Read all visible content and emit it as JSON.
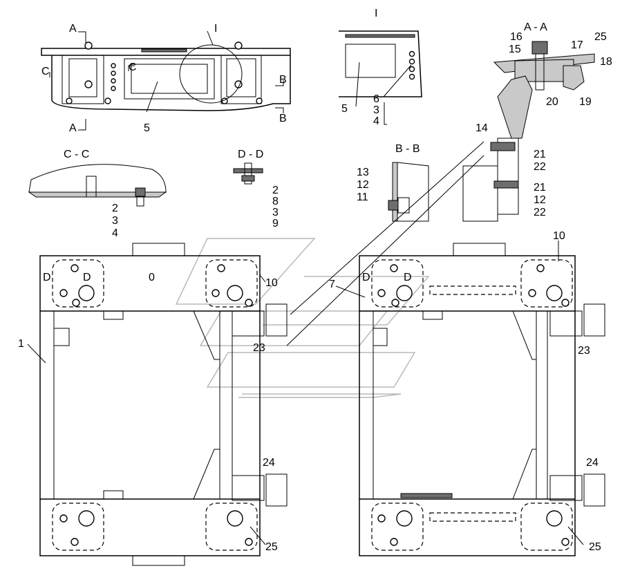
{
  "sections": {
    "aa": "A - A",
    "bb": "B - B",
    "cc": "C - C",
    "dd": "D - D",
    "detail": "I"
  },
  "cutting_marks": {
    "a_top": "A",
    "a_bottom": "A",
    "b_top": "B",
    "b_bottom": "B",
    "c_left": "C",
    "c_right": "C",
    "d1": "D",
    "d2": "D",
    "d3": "D",
    "d4": "D",
    "detail_ref": "I"
  },
  "labels": {
    "top_view_5": "5",
    "detail_5": "5",
    "detail_6": "6",
    "detail_3": "3",
    "detail_4": "4",
    "aa_16": "16",
    "aa_15": "15",
    "aa_17": "17",
    "aa_25": "25",
    "aa_18": "18",
    "aa_20": "20",
    "aa_19": "19",
    "aa_14": "14",
    "aa_21a": "21",
    "aa_22a": "22",
    "aa_21b": "21",
    "aa_12": "12",
    "aa_22b": "22",
    "bb_13": "13",
    "bb_12": "12",
    "bb_11": "11",
    "cc_2": "2",
    "cc_3": "3",
    "cc_4": "4",
    "dd_2": "2",
    "dd_8": "8",
    "dd_3": "3",
    "dd_9": "9",
    "left_1": "1",
    "left_10": "10",
    "left_23": "23",
    "left_24": "24",
    "left_25": "25",
    "right_7": "7",
    "right_10": "10",
    "right_23": "23",
    "right_24": "24",
    "right_25": "25",
    "zero": "0"
  }
}
